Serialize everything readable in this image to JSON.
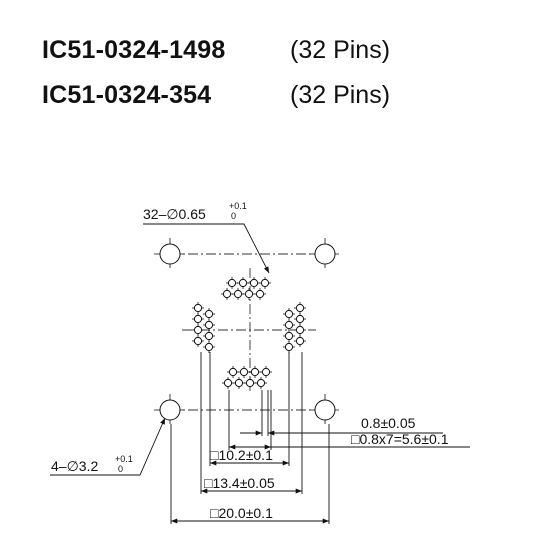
{
  "header": {
    "parts": [
      {
        "number": "IC51-0324-1498",
        "pins": "(32 Pins)"
      },
      {
        "number": "IC51-0324-354",
        "pins": "(32 Pins)"
      }
    ]
  },
  "drawing": {
    "pin_hole_callout": {
      "main": "32–∅0.65",
      "tol_upper": "+0.1",
      "tol_lower": "0"
    },
    "mount_hole_callout": {
      "main": "4–∅3.2",
      "tol_upper": "+0.1",
      "tol_lower": "0"
    },
    "dimensions": {
      "pin_width": "0.8±0.05",
      "pin_pitch_total": "□0.8x7=5.6±0.1",
      "inner_span": "□10.2±0.1",
      "outer_span": "□13.4±0.05",
      "mount_span": "□20.0±0.1"
    }
  }
}
